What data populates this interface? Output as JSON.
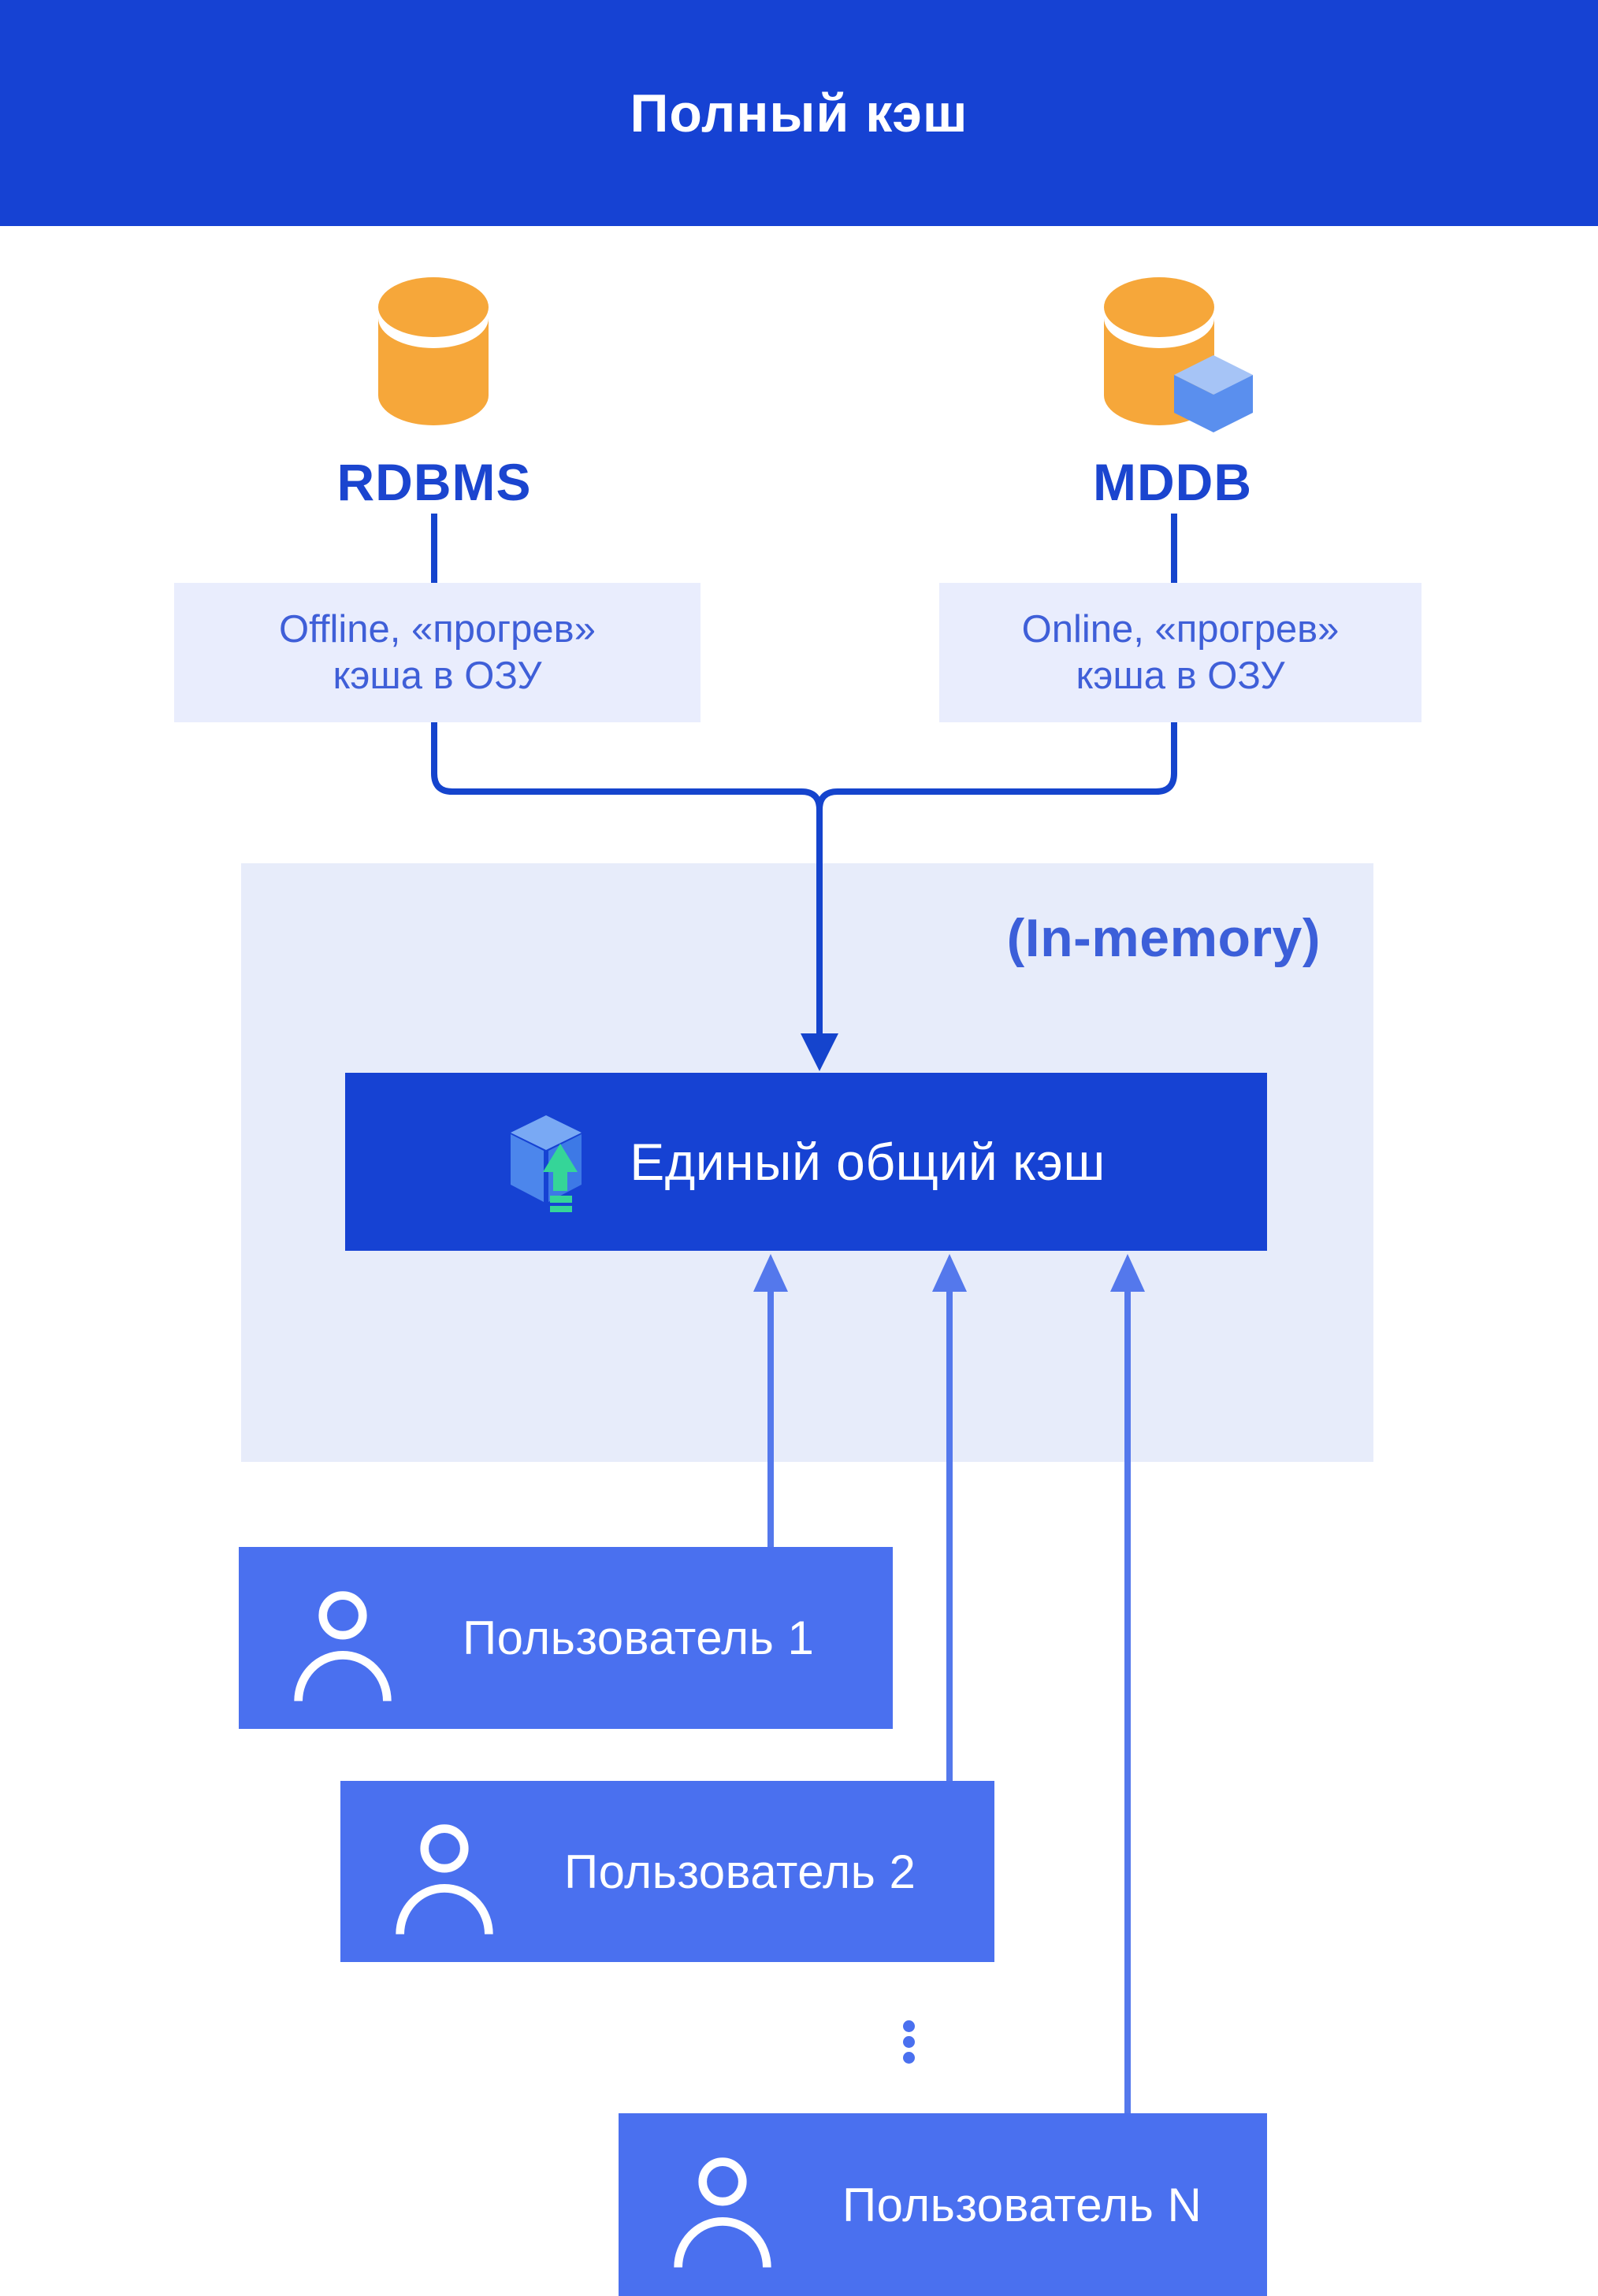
{
  "banner": {
    "title": "Полный кэш"
  },
  "sources": [
    {
      "label": "RDBMS",
      "icon": "database-icon",
      "note_lines": [
        "Offline, «прогрев»",
        "кэша в ОЗУ"
      ]
    },
    {
      "label": "MDDB",
      "icon": "database-cube-icon",
      "note_lines": [
        "Online, «прогрев»",
        "кэша в ОЗУ"
      ]
    }
  ],
  "memory_zone": {
    "caption": "(In-memory)",
    "cache_label": "Единый общий кэш",
    "cache_icon": "cube-upload-icon"
  },
  "users": [
    {
      "label": "Пользователь 1"
    },
    {
      "label": "Пользователь 2"
    },
    {
      "label": "Пользователь N"
    }
  ],
  "colors": {
    "banner_blue": "#1642d3",
    "cache_blue": "#1642d3",
    "connector_dark": "#1544cd",
    "user_blue": "#4a70ef",
    "user_arrow": "#5478ec",
    "panel_lavender": "#e7ecfa",
    "note_lavender": "#e9edfd",
    "source_label_blue": "#1b45cf",
    "note_text_blue": "#3f5fd8",
    "caption_blue": "#3c5fd9",
    "db_orange": "#f6a73a",
    "cube_top_blue": "#a6c4f6",
    "cube_front_blue": "#5a8fee",
    "icon_green": "#35d598"
  }
}
